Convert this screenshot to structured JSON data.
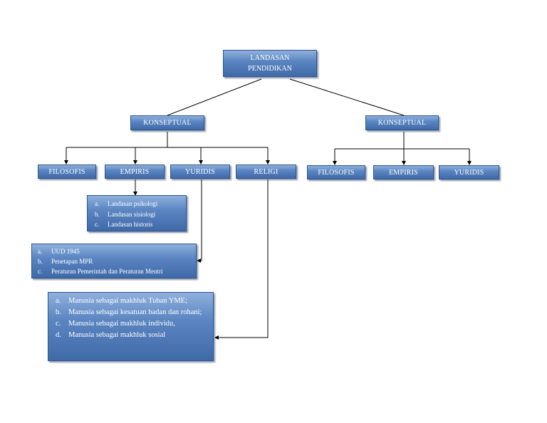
{
  "root": {
    "line1": "LANDASAN",
    "line2": "PENDIDIKAN"
  },
  "left_branch": {
    "label": "KONSEPTUAL",
    "children": [
      "FILOSOFIS",
      "EMPIRIS",
      "YURIDIS",
      "RELIGI"
    ]
  },
  "right_branch": {
    "label": "KONSEPTUAL",
    "children": [
      "FILOSOFIS",
      "EMPIRIS",
      "YURIDIS"
    ]
  },
  "empiris_list": {
    "markers": [
      "a.",
      "b.",
      "c."
    ],
    "items": [
      "Landasan psikologi",
      "Landasan sisiologi",
      "Landasan historis"
    ]
  },
  "yuridis_list": {
    "markers": [
      "a.",
      "b.",
      "c."
    ],
    "items": [
      "UUD 1945",
      "Penetapan MPR",
      "Peraturan Pemerintah dan Peraturan Mentri"
    ]
  },
  "religi_list": {
    "markers": [
      "a.",
      "b.",
      "c.",
      "d."
    ],
    "items": [
      "Manusia sebagai makhluk Tuhan YME;",
      "Manusia sebagai kesatuan badan dan rohani;",
      "Manusia sebagai makhluk individu,",
      "Manusia sebagai makhluk sosial"
    ]
  },
  "colors": {
    "box_top": "#8fb0dc",
    "box_bottom": "#3f6aa8",
    "border": "#2f5591",
    "text": "#ffffff",
    "line": "#000000"
  }
}
